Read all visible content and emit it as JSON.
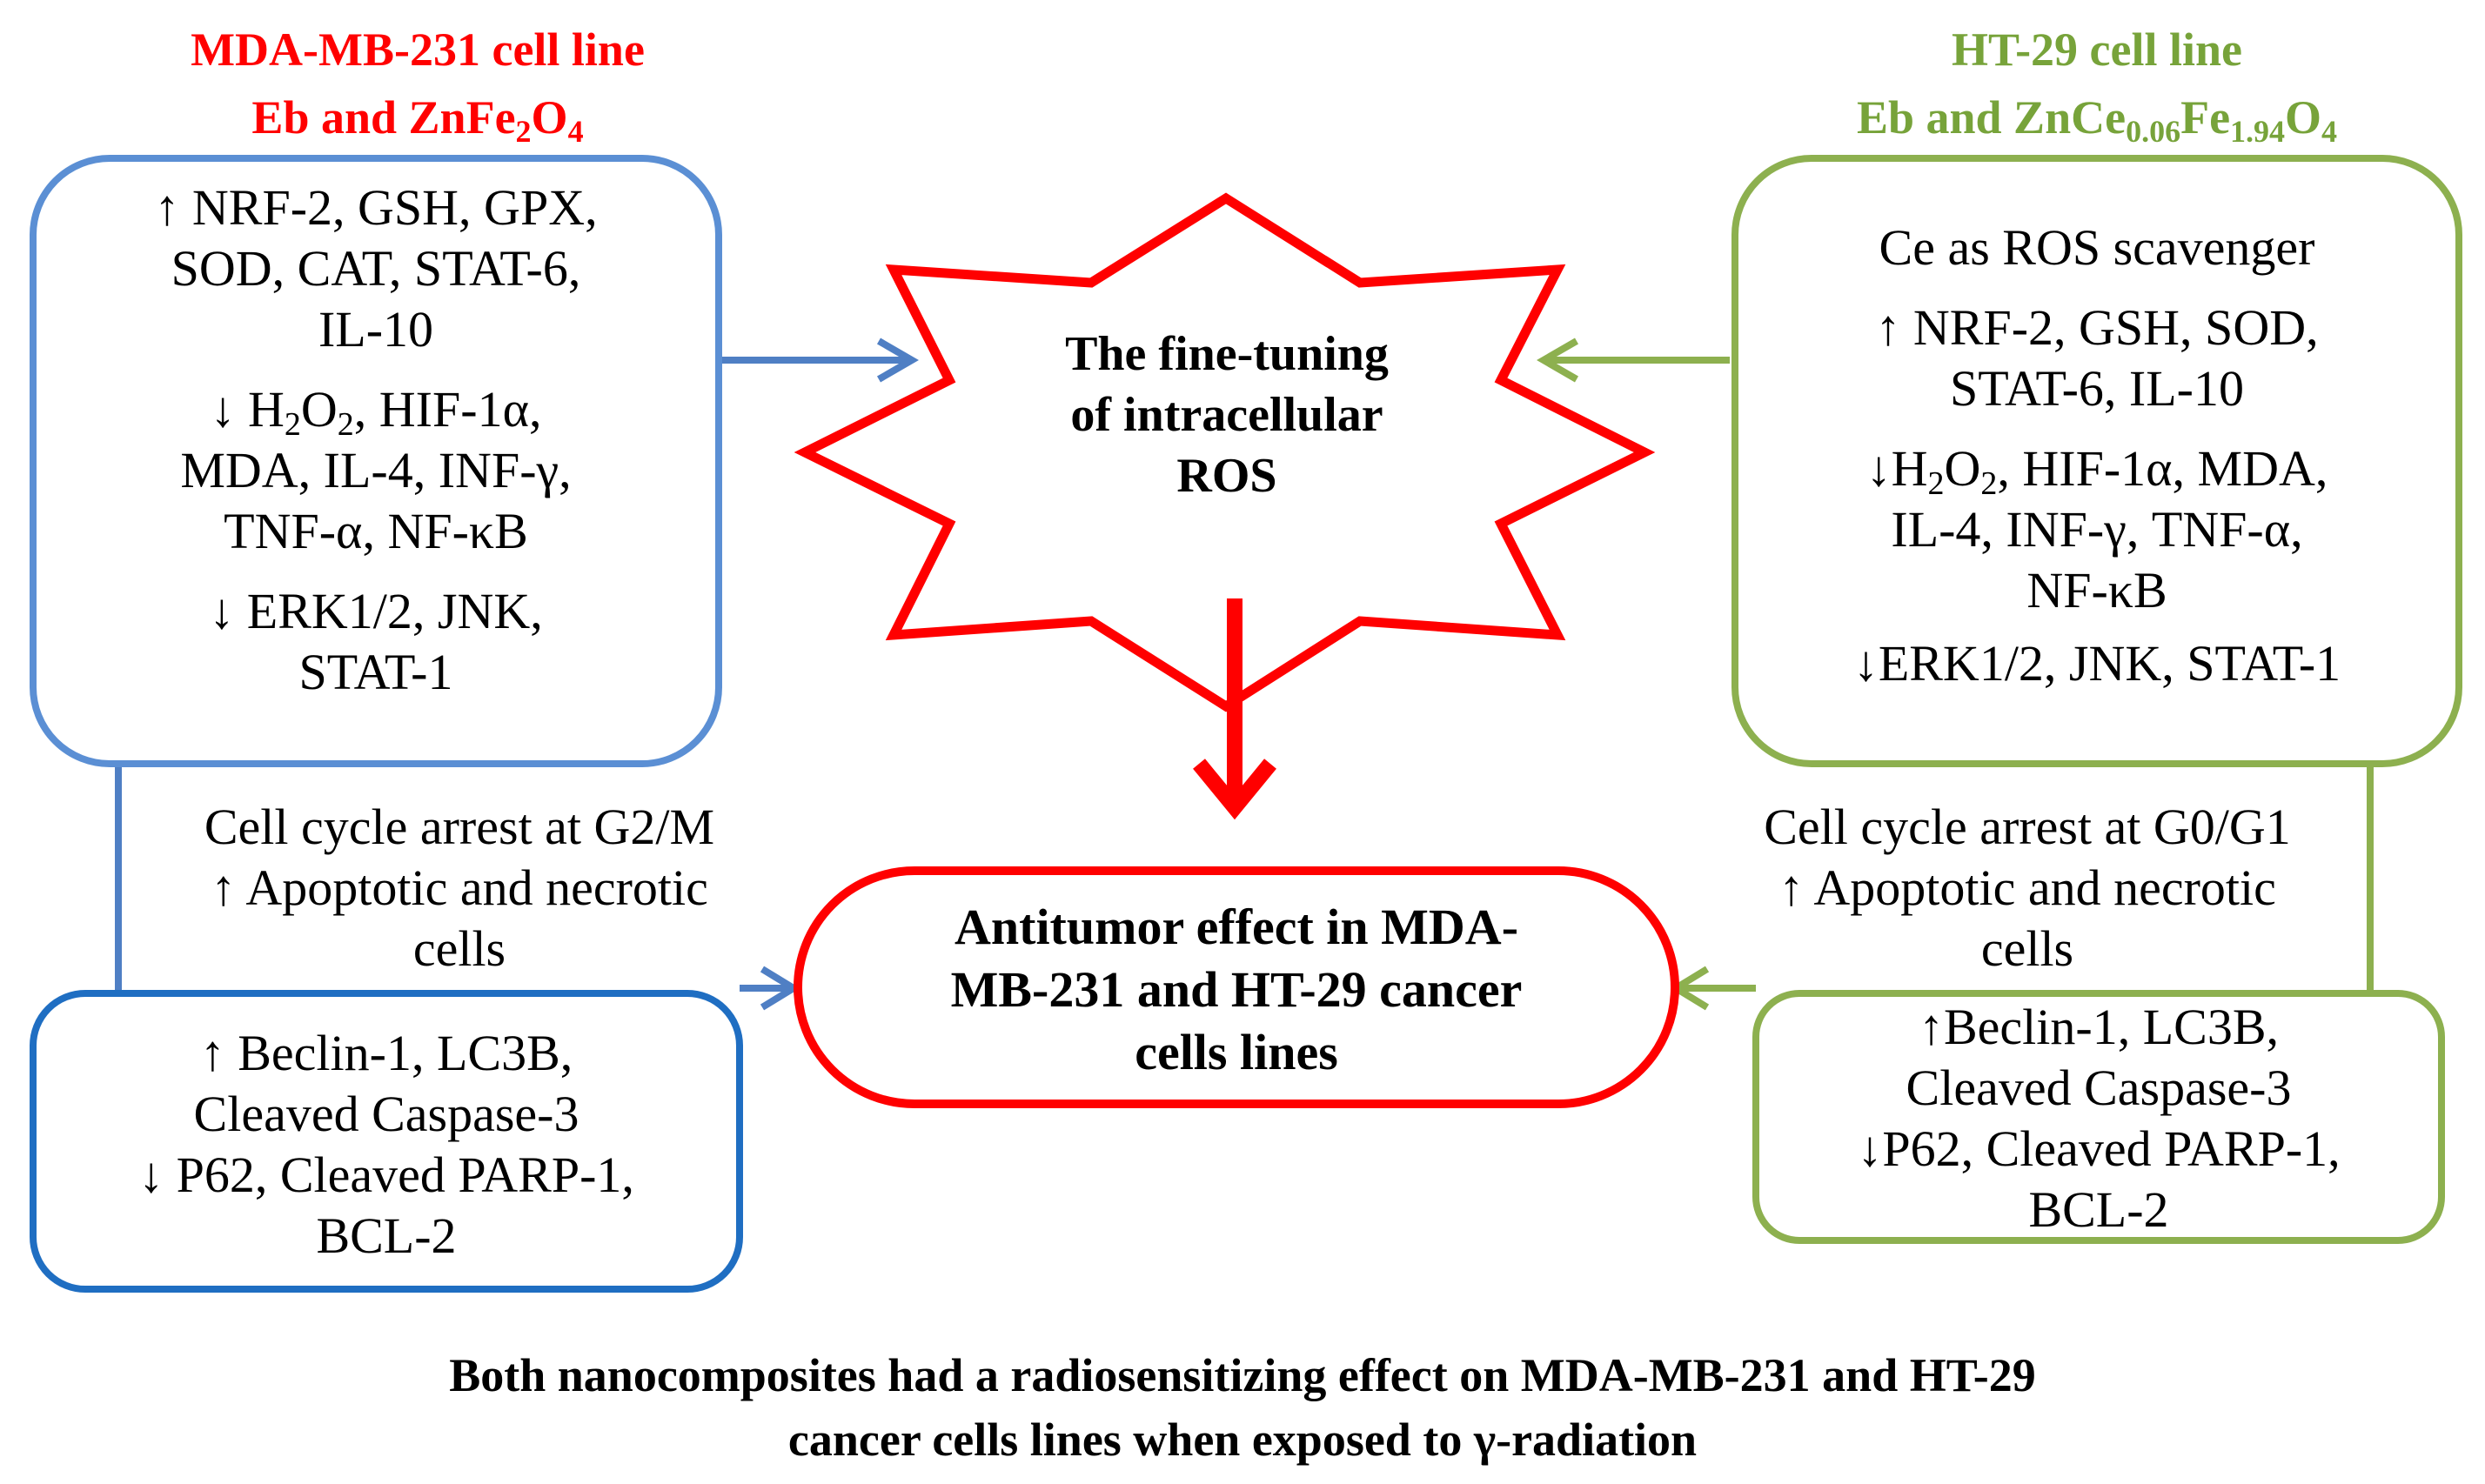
{
  "left": {
    "title_line1": "MDA-MB-231 cell line",
    "title_line2_pre": "Eb and ZnFe",
    "title_line2_sub1": "2",
    "title_line2_mid": "O",
    "title_line2_sub2": "4",
    "box1": {
      "line1": "↑ NRF-2, GSH, GPX,",
      "line2": "SOD, CAT, STAT-6,",
      "line3": "IL-10",
      "line4_pre": "↓ H",
      "line4_sub1": "2",
      "line4_mid": "O",
      "line4_sub2": "2",
      "line4_post": ", HIF-1α,",
      "line5": "MDA, IL-4, INF-γ,",
      "line6": "TNF-α, NF-κB",
      "line7": "↓ ERK1/2, JNK,",
      "line8": "STAT-1"
    },
    "cycle": {
      "line1": "Cell cycle arrest at G2/M",
      "line2": "↑ Apoptotic and necrotic",
      "line3": "cells"
    },
    "box2": {
      "line1": "↑ Beclin-1, LC3B,",
      "line2": "Cleaved Caspase-3",
      "line3": "↓ P62, Cleaved PARP-1,",
      "line4": "BCL-2"
    }
  },
  "right": {
    "title_line1": "HT-29 cell line",
    "title_line2_pre": "Eb and ZnCe",
    "title_line2_sub1": "0.06",
    "title_line2_mid": "Fe",
    "title_line2_sub2": "1.94",
    "title_line2_post": "O",
    "title_line2_sub3": "4",
    "box1": {
      "line1": "Ce as ROS scavenger",
      "line2": "↑ NRF-2, GSH, SOD,",
      "line3": "STAT-6, IL-10",
      "line4_pre": "↓H",
      "line4_sub1": "2",
      "line4_mid": "O",
      "line4_sub2": "2",
      "line4_post": ", HIF-1α, MDA,",
      "line5": "IL-4, INF-γ, TNF-α,",
      "line6": "NF-κB",
      "line7": "↓ERK1/2, JNK, STAT-1"
    },
    "cycle": {
      "line1": "Cell cycle arrest at G0/G1",
      "line2": "↑ Apoptotic and necrotic",
      "line3": "cells"
    },
    "box2": {
      "line1": "↑Beclin-1, LC3B,",
      "line2": "Cleaved Caspase-3",
      "line3": "↓P62, Cleaved PARP-1,",
      "line4": "BCL-2"
    }
  },
  "center": {
    "star_line1": "The fine-tuning",
    "star_line2": "of intracellular",
    "star_line3": "ROS",
    "oval_line1": "Antitumor effect in MDA-",
    "oval_line2": "MB-231 and HT-29 cancer",
    "oval_line3": "cells lines"
  },
  "footer": {
    "line1": "Both nanocomposites had a radiosensitizing effect on MDA-MB-231 and HT-29",
    "line2": "cancer cells lines when exposed to γ-radiation"
  },
  "colors": {
    "red": "#ff0000",
    "green": "#77a33a",
    "blue_box": "#5b8fd4",
    "blue_box2": "#1f6ec2",
    "green_box": "#8db04f"
  }
}
